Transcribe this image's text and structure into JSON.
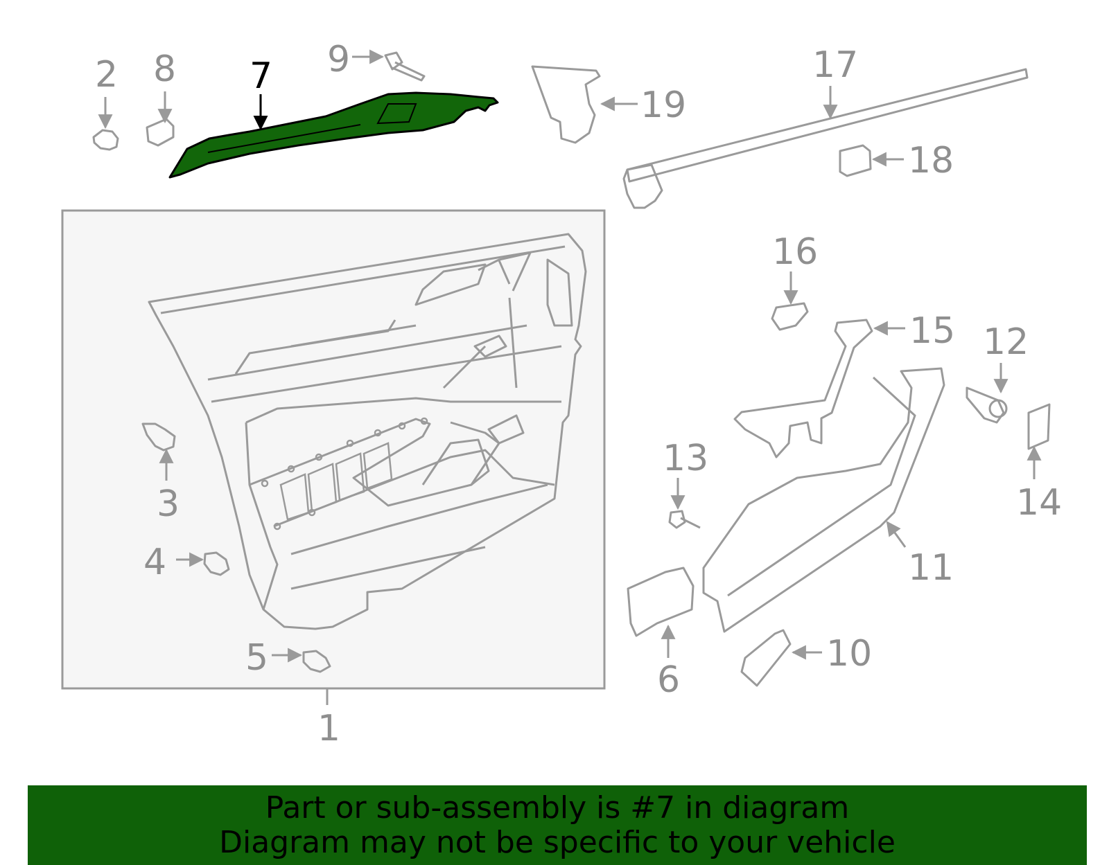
{
  "colors": {
    "line": "#9a9a9a",
    "panel_fill": "#f6f6f6",
    "highlight_fill": "#12660a",
    "highlight_stroke": "#000000",
    "banner_bg": "#0f6108",
    "banner_text": "#000000"
  },
  "highlighted_part": "7",
  "callouts": {
    "c1": "1",
    "c2": "2",
    "c3": "3",
    "c4": "4",
    "c5": "5",
    "c6": "6",
    "c7": "7",
    "c8": "8",
    "c9": "9",
    "c10": "10",
    "c11": "11",
    "c12": "12",
    "c13": "13",
    "c14": "14",
    "c15": "15",
    "c16": "16",
    "c17": "17",
    "c18": "18",
    "c19": "19"
  },
  "banner": {
    "line1": "Part or sub-assembly is #7 in diagram",
    "line2": "Diagram may not be specific to your vehicle"
  }
}
